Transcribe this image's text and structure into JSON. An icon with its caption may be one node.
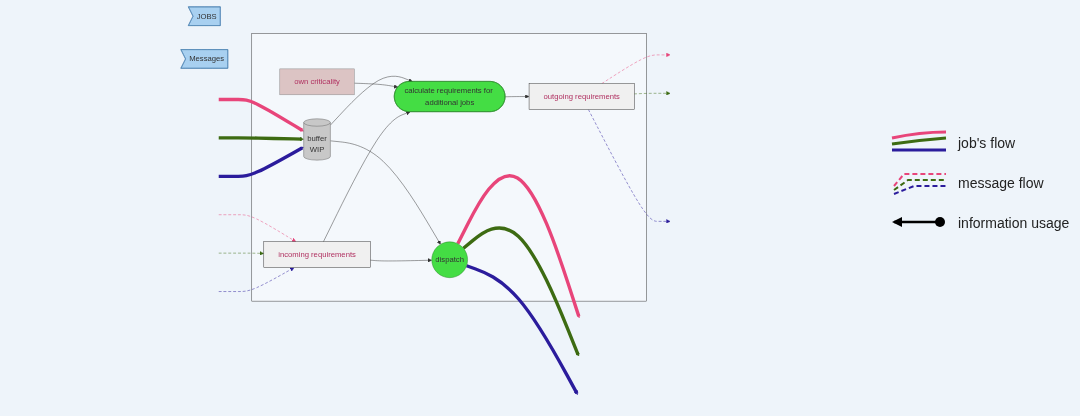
{
  "diagram": {
    "nodes": [
      {
        "text": [],
        "shape": "box"
      },
      {
        "text": [
          "buffer",
          "WIP"
        ],
        "in": 0
      },
      {
        "text": [
          "dispatch"
        ],
        "in": 0
      },
      {
        "text": [
          "own criticality"
        ],
        "in": 0
      },
      {
        "text": [
          "outgoing requirements"
        ],
        "in": 0
      },
      {
        "text": [
          "calculate requirements for additional jobs"
        ],
        "in": 0
      },
      {
        "text": [
          "incoming requirements"
        ],
        "in": 0
      },
      {
        "text": [
          "JOBS"
        ]
      },
      {
        "text": [
          "Messages"
        ]
      }
    ],
    "edges": [
      {
        "from": null,
        "to": 1,
        "arrow": "to",
        "style": "thick",
        "color": "#e8457a"
      },
      {
        "from": null,
        "to": 1,
        "arrow": "to",
        "style": "thick",
        "color": "#3d6b12"
      },
      {
        "from": null,
        "to": 1,
        "arrow": "to",
        "style": "thick",
        "color": "#2b1c9c"
      },
      {
        "from": 2,
        "to": null,
        "arrow": "to",
        "style": "thick",
        "color": "#e8457a"
      },
      {
        "from": 2,
        "to": null,
        "arrow": "to",
        "style": "thick",
        "color": "#3d6b12"
      },
      {
        "from": 2,
        "to": null,
        "arrow": "to",
        "style": "thick",
        "color": "#2b1c9c"
      },
      {
        "from": 4,
        "to": null,
        "arrow": "to",
        "style": "dashed",
        "color": "#e8457a"
      },
      {
        "from": 4,
        "to": null,
        "arrow": "to",
        "style": "dashed",
        "color": "#3d6b12"
      },
      {
        "from": 4,
        "to": null,
        "arrow": "to",
        "style": "dashed",
        "color": "#2b1c9c"
      },
      {
        "from": null,
        "to": 6,
        "arrow": "to",
        "style": "dashed",
        "color": "#e8457a"
      },
      {
        "from": null,
        "to": 6,
        "arrow": "to",
        "style": "dashed",
        "color": "#3d6b12"
      },
      {
        "from": null,
        "to": 6,
        "arrow": "to",
        "style": "dashed",
        "color": "#2b1c9c"
      },
      {
        "from": 1,
        "to": 2,
        "arrow": "to"
      },
      {
        "from": 6,
        "to": 2,
        "arrow": "to"
      },
      {
        "from": 1,
        "to": 5,
        "arrow": "to"
      },
      {
        "from": 3,
        "to": 5,
        "arrow": "to"
      },
      {
        "from": 6,
        "to": 5,
        "arrow": "to"
      },
      {
        "from": 5,
        "to": 4,
        "arrow": "to"
      }
    ],
    "legend": [
      {
        "text": "job's flow"
      },
      {
        "text": "message flow"
      },
      {
        "text": "information usage"
      }
    ]
  }
}
